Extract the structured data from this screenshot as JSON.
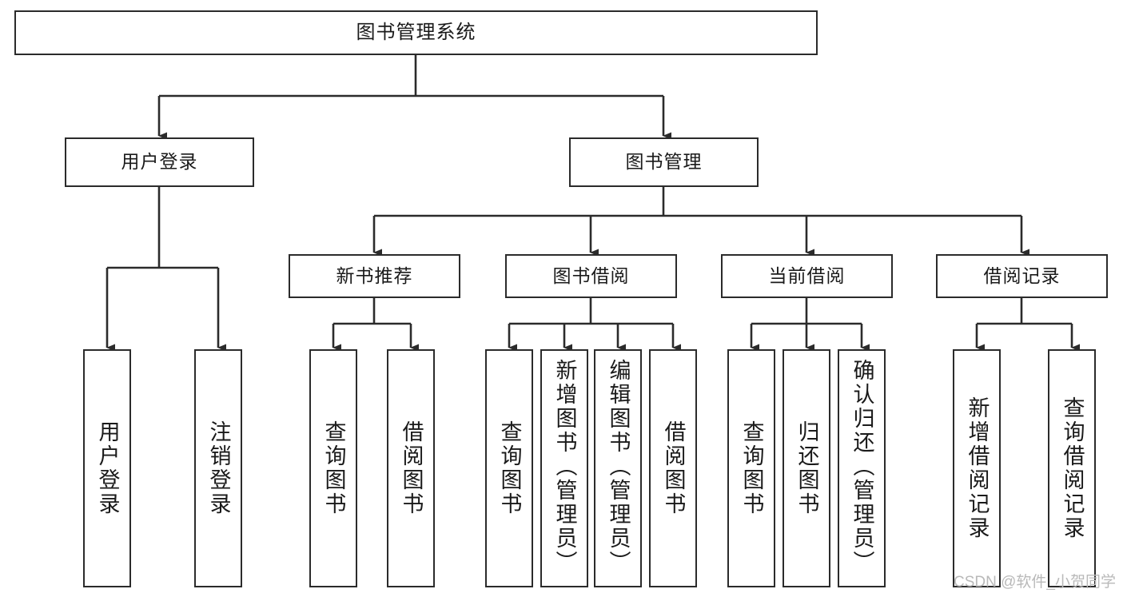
{
  "diagram": {
    "type": "tree-hierarchy",
    "title": "图书管理系统",
    "orientation": "top-down",
    "colors": {
      "box_border": "#2b2b2b",
      "box_fill": "#ffffff",
      "connector": "#2b2b2b",
      "text": "#1a1a1a",
      "watermark": "#b9b9b9",
      "background": "#ffffff"
    },
    "nodes": {
      "root": {
        "label": "图书管理系统"
      },
      "level2": [
        {
          "label": "用户登录"
        },
        {
          "label": "图书管理"
        }
      ],
      "level3": [
        {
          "label": "新书推荐"
        },
        {
          "label": "图书借阅"
        },
        {
          "label": "当前借阅"
        },
        {
          "label": "借阅记录"
        }
      ],
      "leaves": {
        "user_login": [
          {
            "label": "用户登录"
          },
          {
            "label": "注销登录"
          }
        ],
        "new_book_recommend": [
          {
            "label": "查询图书"
          },
          {
            "label": "借阅图书"
          }
        ],
        "book_borrow": [
          {
            "label": "查询图书"
          },
          {
            "label": "新增图书（管理员）"
          },
          {
            "label": "编辑图书（管理员）"
          },
          {
            "label": "借阅图书"
          }
        ],
        "current_borrow": [
          {
            "label": "查询图书"
          },
          {
            "label": "归还图书"
          },
          {
            "label": "确认归还（管理员）"
          }
        ],
        "borrow_record": [
          {
            "label": "新增借阅记录"
          },
          {
            "label": "查询借阅记录"
          }
        ]
      }
    }
  },
  "watermark": {
    "text": "CSDN @软件_小贺同学"
  }
}
